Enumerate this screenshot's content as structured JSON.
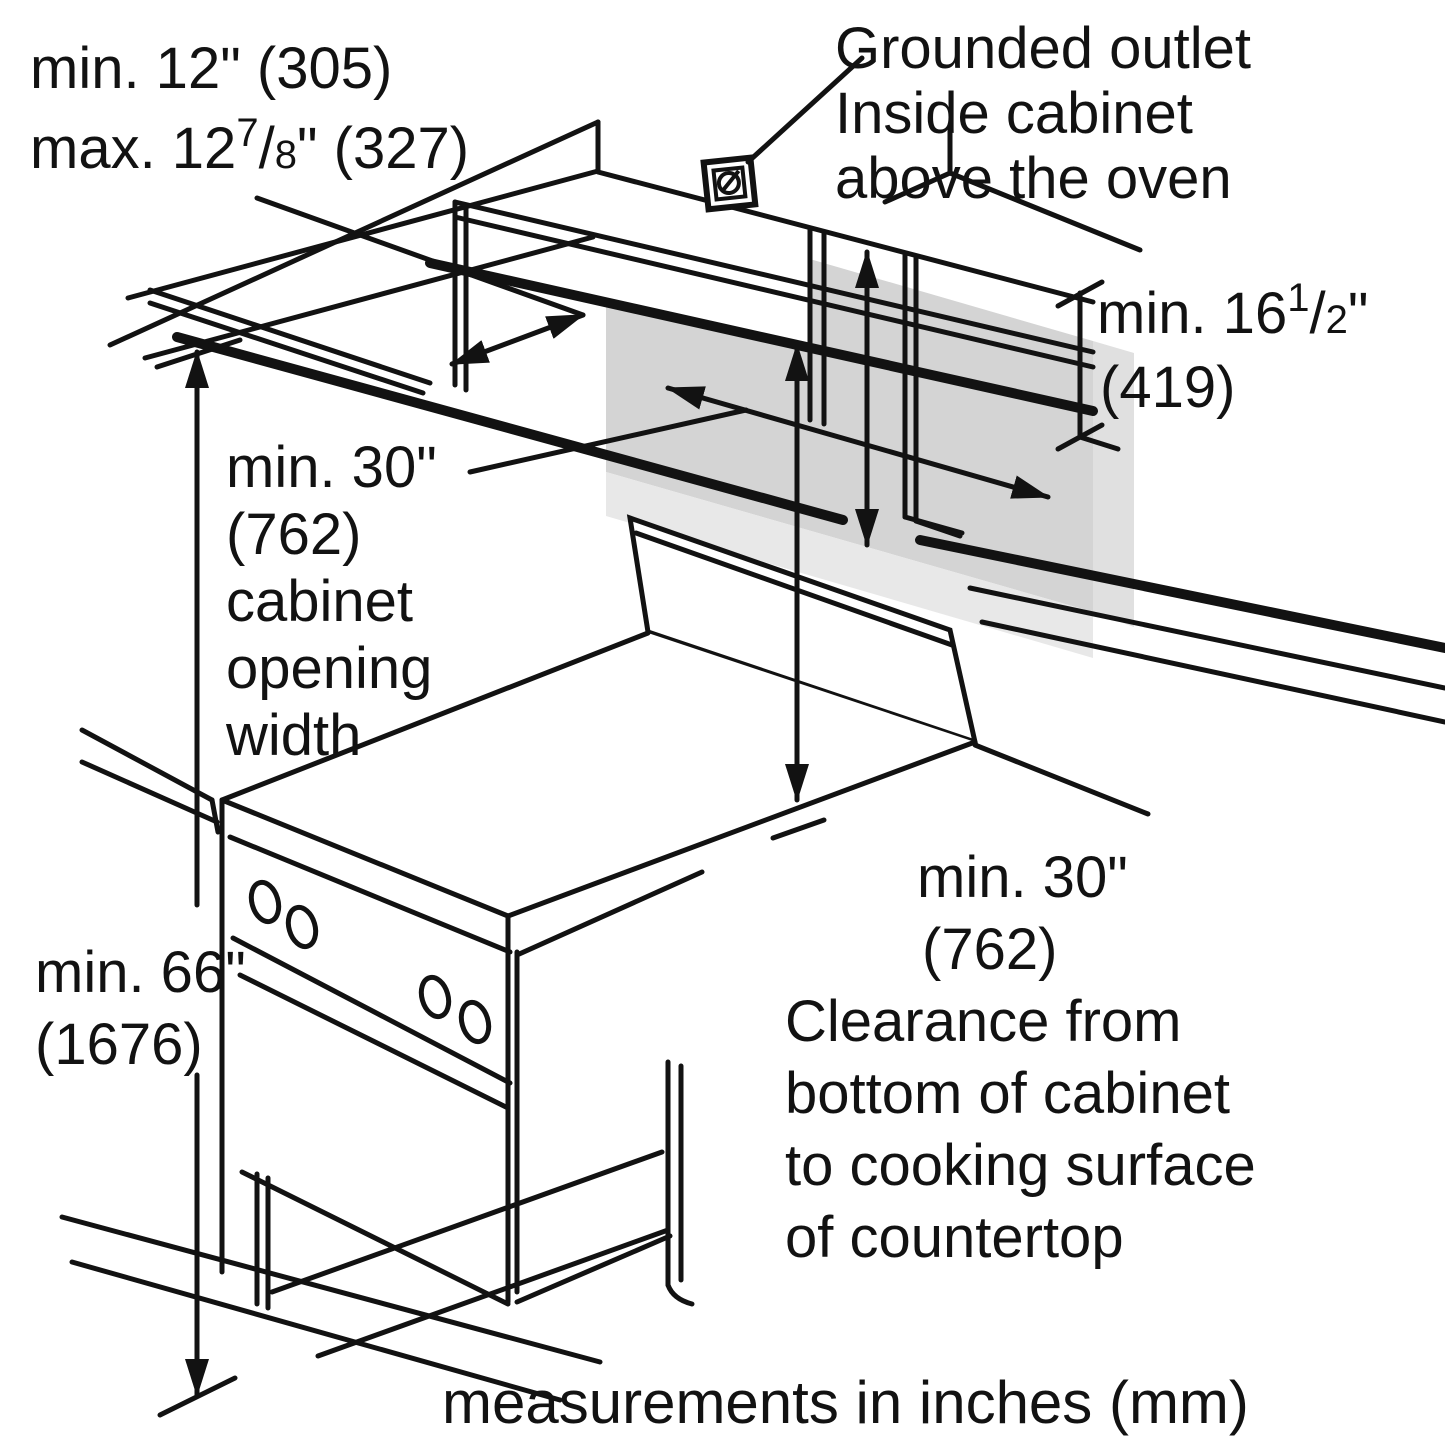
{
  "diagram": {
    "title": "Range installation clearance diagram",
    "type": "isometric line drawing with dimension annotations",
    "colors": {
      "line": "#121212",
      "background": "#ffffff",
      "wall_shade": "#d4d4d4",
      "wall_shade_light": "#e8e8e8",
      "wall_return_shade": "#e0e0e0"
    },
    "icons": {
      "outlet": "grounded-outlet-icon"
    },
    "annotations": {
      "cabinet_depth": {
        "line1": "min. 12\" (305)",
        "line2_prefix": "max. 12",
        "line2_sup": "7",
        "line2_slash": "/",
        "line2_sub": "8",
        "line2_suffix": "\" (327)"
      },
      "grounded_outlet": {
        "line1": "Grounded outlet",
        "line2": "Inside cabinet",
        "line3": "above the oven"
      },
      "niche_height": {
        "line1_prefix": "min. 16",
        "line1_sup": "1",
        "line1_slash": "/",
        "line1_sub": "2",
        "line1_suffix": "\"",
        "line2": "(419)"
      },
      "opening_width": {
        "line1": "min. 30\"",
        "line2": "(762)",
        "line3": "cabinet",
        "line4": "opening",
        "line5": "width"
      },
      "clearance": {
        "line1": "min. 30\"",
        "line2": "(762)",
        "line3": "Clearance from",
        "line4": "bottom of cabinet",
        "line5": "to cooking surface",
        "line6": "of countertop"
      },
      "floor_height": {
        "line1": "min. 66\"",
        "line2": "(1676)"
      },
      "footer": "measurements in inches (mm)"
    }
  }
}
